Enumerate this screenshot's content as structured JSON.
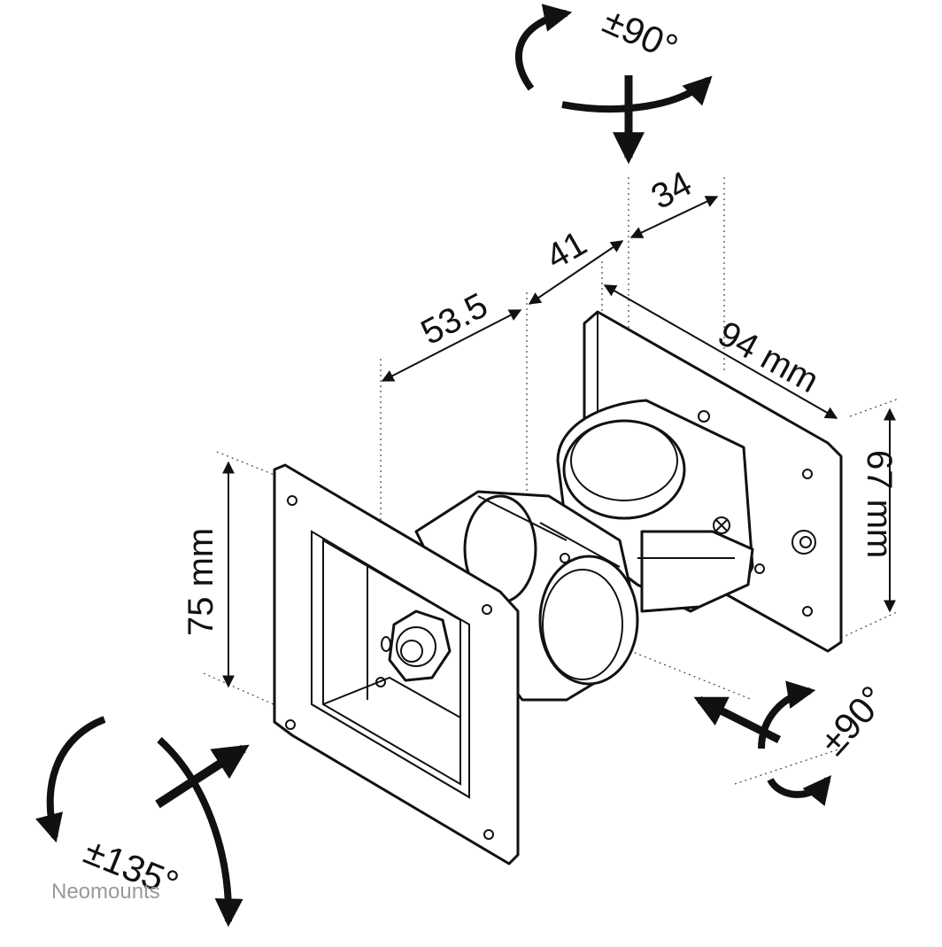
{
  "dimensions": {
    "depth_1": "53.5",
    "depth_2": "41",
    "depth_3": "34",
    "wall_width": "94 mm",
    "wall_height": "67 mm",
    "vesa_height": "75 mm"
  },
  "rotations": {
    "top_swivel": "±90°",
    "side_swivel": "±90°",
    "tilt": "±135°"
  },
  "brand": {
    "watermark": "Neomounts"
  },
  "colors": {
    "line": "#111111",
    "background": "#ffffff",
    "watermark": "#9a9a9a"
  }
}
